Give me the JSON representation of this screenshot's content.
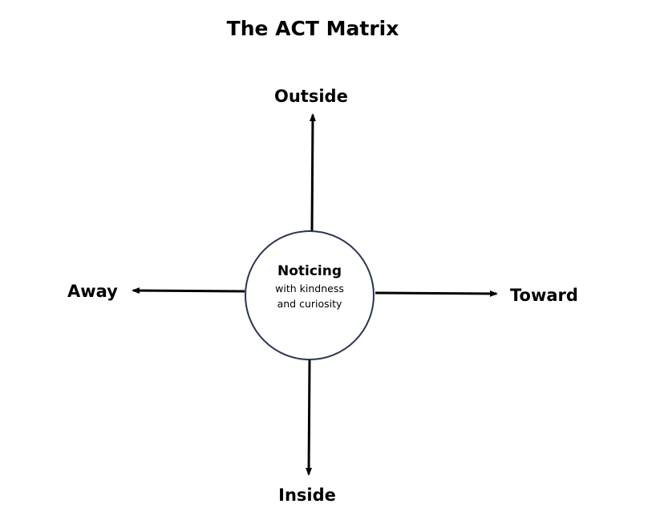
{
  "title": "The ACT Matrix",
  "axes": {
    "top": "Outside",
    "bottom": "Inside",
    "left": "Away",
    "right": "Toward"
  },
  "center": {
    "heading": "Noticing",
    "subtext": "with kindness and curiosity"
  },
  "colors": {
    "arrow": "#000000",
    "circle_stroke": "#2b3552",
    "text": "#000000"
  }
}
